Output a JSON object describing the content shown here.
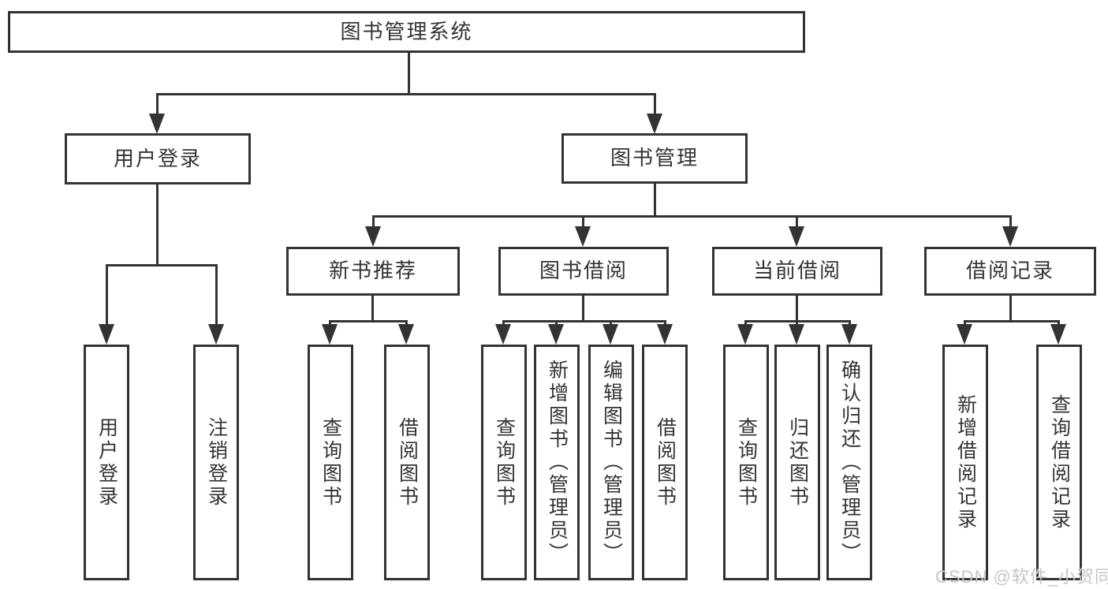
{
  "diagram": {
    "title": "图书管理系统",
    "nodes": {
      "root": "图书管理系统",
      "level2": [
        "用户登录",
        "图书管理"
      ],
      "level3": [
        "新书推荐",
        "图书借阅",
        "当前借阅",
        "借阅记录"
      ],
      "leaves_login": [
        "用户登录",
        "注销登录"
      ],
      "leaves_recommend": [
        "查询图书",
        "借阅图书"
      ],
      "leaves_borrow": [
        "查询图书",
        "新增图书（管理员）",
        "编辑图书（管理员）",
        "借阅图书"
      ],
      "leaves_current": [
        "查询图书",
        "归还图书",
        "确认归还（管理员）"
      ],
      "leaves_records": [
        "新增借阅记录",
        "查询借阅记录"
      ]
    },
    "colors": {
      "line": "#333333",
      "text": "#333333",
      "box_background": "#ffffff",
      "watermark": "#c6c6c6"
    }
  },
  "watermark": "CSDN @软件_小贺同学"
}
